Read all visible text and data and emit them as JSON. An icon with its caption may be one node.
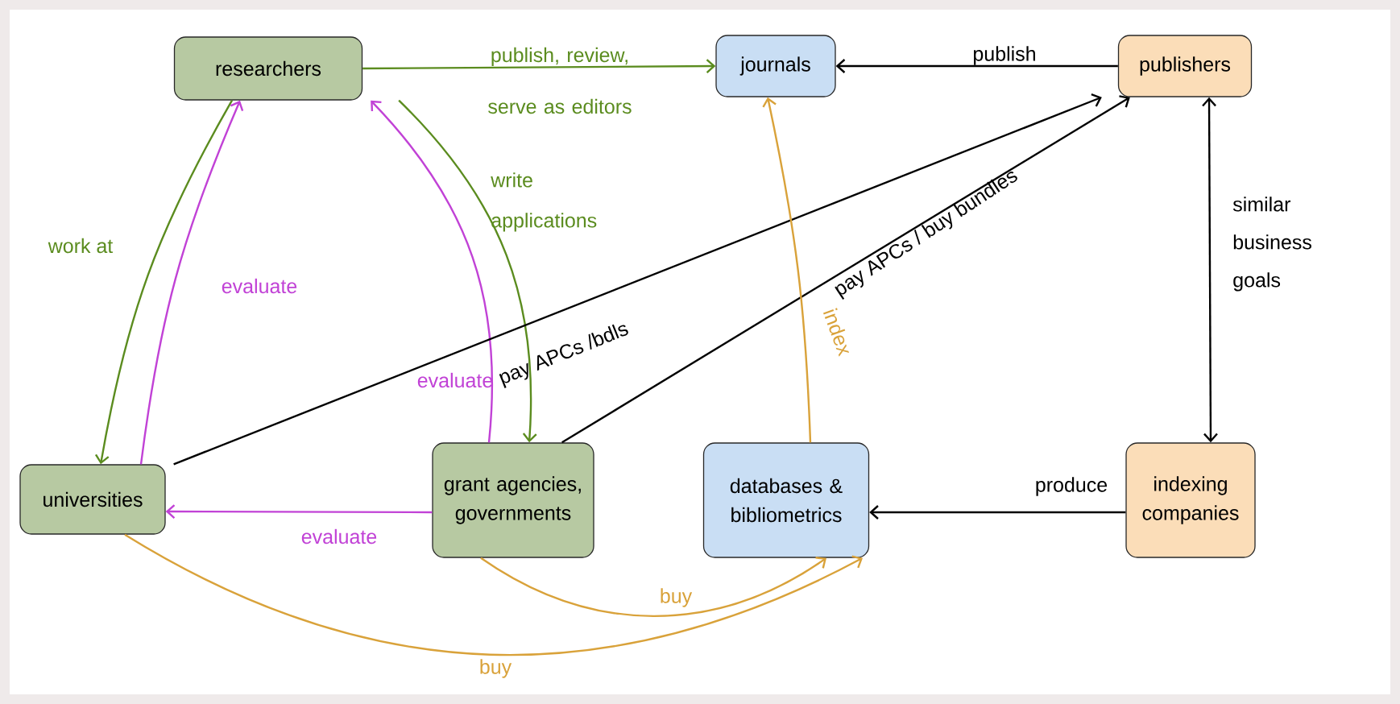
{
  "diagram": {
    "nodes": [
      {
        "text": [
          "researchers"
        ]
      },
      {
        "text": [
          "journals"
        ]
      },
      {
        "text": [
          "publishers"
        ]
      },
      {
        "text": [
          "universities"
        ]
      },
      {
        "text": [
          "grant agencies, governments"
        ]
      },
      {
        "text": [
          "databases & bibliometrics"
        ]
      },
      {
        "text": [
          "indexing companies"
        ]
      }
    ],
    "edges": [
      {
        "from": 0,
        "to": 1,
        "arrow": "to",
        "label": "publish, review, serve as editors",
        "color": "#5b8c1f"
      },
      {
        "from": 2,
        "to": 1,
        "arrow": "to",
        "label": "publish"
      },
      {
        "from": 0,
        "to": 3,
        "arrow": "to",
        "label": "work at",
        "color": "#5b8c1f"
      },
      {
        "from": 3,
        "to": 0,
        "arrow": "to",
        "label": "evaluate",
        "color": "#c142d6"
      },
      {
        "from": 4,
        "to": 0,
        "arrow": "to",
        "label": "evaluate",
        "color": "#c142d6"
      },
      {
        "from": 0,
        "to": 4,
        "arrow": "to",
        "label": "write applications",
        "color": "#5b8c1f"
      },
      {
        "from": 3,
        "to": 2,
        "arrow": "to",
        "label": "pay APCs /bdls"
      },
      {
        "from": 4,
        "to": 2,
        "arrow": "to",
        "label": "pay APCs / buy bundles"
      },
      {
        "from": 5,
        "to": 1,
        "arrow": "to",
        "label": "index",
        "color": "#d9a23a"
      },
      {
        "from": 2,
        "to": 6,
        "arrow": "both",
        "label": "similar business goals"
      },
      {
        "from": 6,
        "to": 5,
        "arrow": "to",
        "label": "produce"
      },
      {
        "from": 4,
        "to": 3,
        "arrow": "to",
        "label": "evaluate",
        "color": "#c142d6"
      },
      {
        "from": 4,
        "to": 5,
        "arrow": "to",
        "label": "buy",
        "color": "#d9a23a"
      },
      {
        "from": 3,
        "to": 5,
        "arrow": "to",
        "label": "buy",
        "color": "#d9a23a"
      }
    ]
  }
}
